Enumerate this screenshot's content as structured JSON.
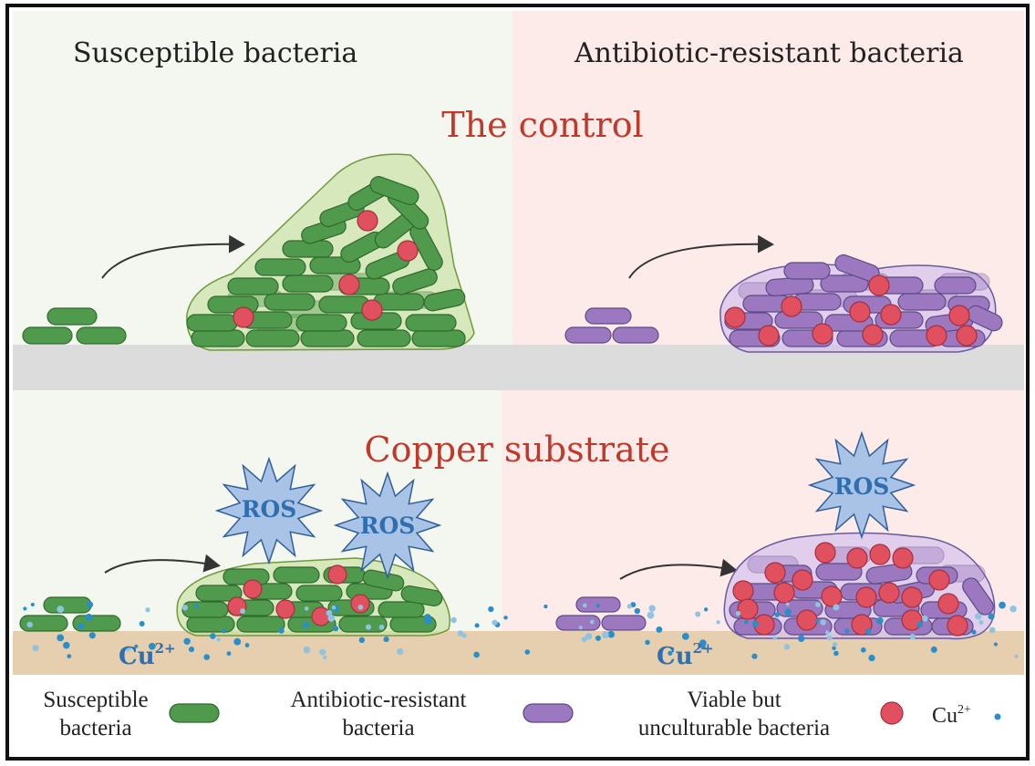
{
  "headers": {
    "left": "Susceptible bacteria",
    "right": "Antibiotic-resistant bacteria"
  },
  "panels": {
    "top_title": "The control",
    "bottom_title": "Copper substrate"
  },
  "bursts": {
    "label": "ROS"
  },
  "ions": {
    "label": "Cu",
    "superscript": "2+"
  },
  "legend": {
    "susceptible_line1": "Susceptible",
    "susceptible_line2": "bacteria",
    "resistant_line1": "Antibiotic-resistant",
    "resistant_line2": "bacteria",
    "vbnc_line1": "Viable but",
    "vbnc_line2": "unculturable bacteria",
    "cu_label": "Cu",
    "cu_sup": "2+"
  },
  "colors": {
    "green": "#4f9a4c",
    "purple": "#9b78bf",
    "red_cell": "#e0505e",
    "title_red": "#c0392b",
    "ros_fill": "#a8c3e6",
    "ion_blue": "#2a8fc8",
    "copper": "#e6cfae"
  }
}
